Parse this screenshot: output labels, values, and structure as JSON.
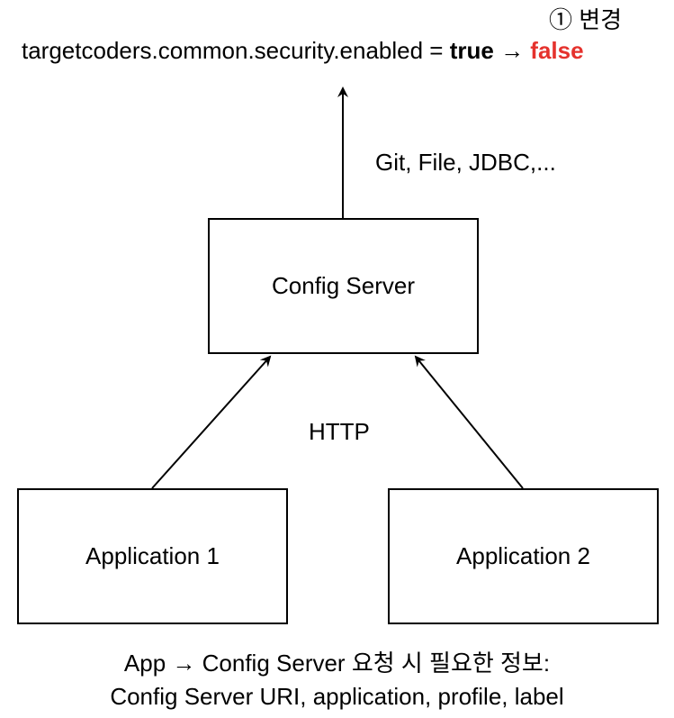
{
  "annotation": {
    "step": "① 변경",
    "property": "targetcoders.common.security.enabled = ",
    "old_value": "true",
    "arrow": " → ",
    "new_value": "false",
    "new_value_color": "#e5322d"
  },
  "backend_label": "Git, File, JDBC,...",
  "config_server": {
    "label": "Config Server"
  },
  "protocol_label": "HTTP",
  "applications": [
    {
      "label": "Application 1"
    },
    {
      "label": "Application 2"
    }
  ],
  "footer": {
    "line1": "App → Config Server 요청 시 필요한 정보:",
    "line2": "Config Server URI, application, profile, label"
  }
}
